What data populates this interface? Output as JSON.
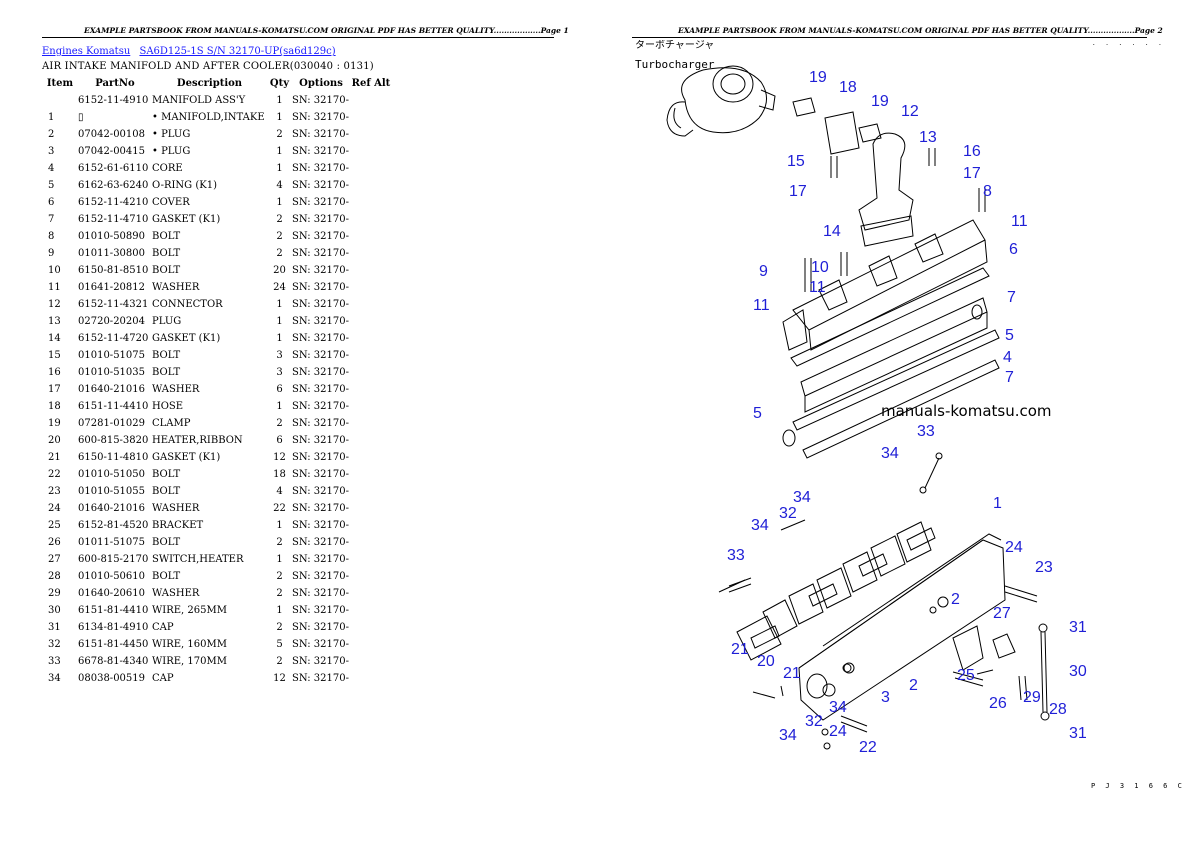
{
  "page1": {
    "header": "EXAMPLE PARTSBOOK FROM MANUALS-KOMATSU.COM ORIGINAL PDF HAS BETTER QUALITY..................Page 1",
    "breadcrumb": {
      "link1": "Engines Komatsu",
      "link2": "SA6D125-1S S/N 32170-UP(sa6d129c)"
    },
    "section_title": "AIR INTAKE MANIFOLD AND AFTER COOLER(030040 : 0131)",
    "columns": {
      "item": "Item",
      "partno": "PartNo",
      "description": "Description",
      "qty": "Qty",
      "options": "Options",
      "ref_alt": "Ref Alt"
    },
    "rows": [
      {
        "item": "",
        "partno": "6152-11-4910",
        "desc": "MANIFOLD ASS'Y",
        "qty": "1",
        "opt": "SN: 32170-"
      },
      {
        "item": "1",
        "partno": "▯",
        "desc": "• MANIFOLD,INTAKE",
        "qty": "1",
        "opt": "SN: 32170-"
      },
      {
        "item": "2",
        "partno": "07042-00108",
        "desc": "• PLUG",
        "qty": "2",
        "opt": "SN: 32170-"
      },
      {
        "item": "3",
        "partno": "07042-00415",
        "desc": "• PLUG",
        "qty": "1",
        "opt": "SN: 32170-"
      },
      {
        "item": "4",
        "partno": "6152-61-6110",
        "desc": "CORE",
        "qty": "1",
        "opt": "SN: 32170-"
      },
      {
        "item": "5",
        "partno": "6162-63-6240",
        "desc": "O-RING (K1)",
        "qty": "4",
        "opt": "SN: 32170-"
      },
      {
        "item": "6",
        "partno": "6152-11-4210",
        "desc": "COVER",
        "qty": "1",
        "opt": "SN: 32170-"
      },
      {
        "item": "7",
        "partno": "6152-11-4710",
        "desc": "GASKET (K1)",
        "qty": "2",
        "opt": "SN: 32170-"
      },
      {
        "item": "8",
        "partno": "01010-50890",
        "desc": "BOLT",
        "qty": "2",
        "opt": "SN: 32170-"
      },
      {
        "item": "9",
        "partno": "01011-30800",
        "desc": "BOLT",
        "qty": "2",
        "opt": "SN: 32170-"
      },
      {
        "item": "10",
        "partno": "6150-81-8510",
        "desc": "BOLT",
        "qty": "20",
        "opt": "SN: 32170-"
      },
      {
        "item": "11",
        "partno": "01641-20812",
        "desc": "WASHER",
        "qty": "24",
        "opt": "SN: 32170-"
      },
      {
        "item": "12",
        "partno": "6152-11-4321",
        "desc": "CONNECTOR",
        "qty": "1",
        "opt": "SN: 32170-"
      },
      {
        "item": "13",
        "partno": "02720-20204",
        "desc": "PLUG",
        "qty": "1",
        "opt": "SN: 32170-"
      },
      {
        "item": "14",
        "partno": "6152-11-4720",
        "desc": "GASKET (K1)",
        "qty": "1",
        "opt": "SN: 32170-"
      },
      {
        "item": "15",
        "partno": "01010-51075",
        "desc": "BOLT",
        "qty": "3",
        "opt": "SN: 32170-"
      },
      {
        "item": "16",
        "partno": "01010-51035",
        "desc": "BOLT",
        "qty": "3",
        "opt": "SN: 32170-"
      },
      {
        "item": "17",
        "partno": "01640-21016",
        "desc": "WASHER",
        "qty": "6",
        "opt": "SN: 32170-"
      },
      {
        "item": "18",
        "partno": "6151-11-4410",
        "desc": "HOSE",
        "qty": "1",
        "opt": "SN: 32170-"
      },
      {
        "item": "19",
        "partno": "07281-01029",
        "desc": "CLAMP",
        "qty": "2",
        "opt": "SN: 32170-"
      },
      {
        "item": "20",
        "partno": "600-815-3820",
        "desc": "HEATER,RIBBON",
        "qty": "6",
        "opt": "SN: 32170-"
      },
      {
        "item": "21",
        "partno": "6150-11-4810",
        "desc": "GASKET (K1)",
        "qty": "12",
        "opt": "SN: 32170-"
      },
      {
        "item": "22",
        "partno": "01010-51050",
        "desc": "BOLT",
        "qty": "18",
        "opt": "SN: 32170-"
      },
      {
        "item": "23",
        "partno": "01010-51055",
        "desc": "BOLT",
        "qty": "4",
        "opt": "SN: 32170-"
      },
      {
        "item": "24",
        "partno": "01640-21016",
        "desc": "WASHER",
        "qty": "22",
        "opt": "SN: 32170-"
      },
      {
        "item": "25",
        "partno": "6152-81-4520",
        "desc": "BRACKET",
        "qty": "1",
        "opt": "SN: 32170-"
      },
      {
        "item": "26",
        "partno": "01011-51075",
        "desc": "BOLT",
        "qty": "2",
        "opt": "SN: 32170-"
      },
      {
        "item": "27",
        "partno": "600-815-2170",
        "desc": "SWITCH,HEATER",
        "qty": "1",
        "opt": "SN: 32170-"
      },
      {
        "item": "28",
        "partno": "01010-50610",
        "desc": "BOLT",
        "qty": "2",
        "opt": "SN: 32170-"
      },
      {
        "item": "29",
        "partno": "01640-20610",
        "desc": "WASHER",
        "qty": "2",
        "opt": "SN: 32170-"
      },
      {
        "item": "30",
        "partno": "6151-81-4410",
        "desc": "WIRE, 265MM",
        "qty": "1",
        "opt": "SN: 32170-"
      },
      {
        "item": "31",
        "partno": "6134-81-4910",
        "desc": "CAP",
        "qty": "2",
        "opt": "SN: 32170-"
      },
      {
        "item": "32",
        "partno": "6151-81-4450",
        "desc": "WIRE, 160MM",
        "qty": "5",
        "opt": "SN: 32170-"
      },
      {
        "item": "33",
        "partno": "6678-81-4340",
        "desc": "WIRE, 170MM",
        "qty": "2",
        "opt": "SN: 32170-"
      },
      {
        "item": "34",
        "partno": "08038-00519",
        "desc": "CAP",
        "qty": "12",
        "opt": "SN: 32170-"
      }
    ]
  },
  "page2": {
    "header": "EXAMPLE PARTSBOOK FROM MANUALS-KOMATSU.COM ORIGINAL PDF HAS BETTER QUALITY..................Page 2",
    "top_dots": ". . . . . .",
    "jp_label": "ターボチャージャ",
    "turbo_label": "Turbocharger",
    "watermark": "manuals-komatsu.com",
    "footer_code": "P J 3 1 6 6 C",
    "callout_color": "#1f1fd6",
    "callouts": [
      "19",
      "18",
      "19",
      "12",
      "13",
      "15",
      "16",
      "17",
      "17",
      "8",
      "11",
      "14",
      "6",
      "9",
      "10",
      "11",
      "11",
      "7",
      "5",
      "4",
      "7",
      "5",
      "33",
      "34",
      "1",
      "34",
      "32",
      "34",
      "33",
      "24",
      "23",
      "2",
      "27",
      "31",
      "30",
      "31",
      "21",
      "20",
      "21",
      "25",
      "3",
      "2",
      "26",
      "29",
      "28",
      "34",
      "32",
      "34",
      "24",
      "22"
    ]
  }
}
